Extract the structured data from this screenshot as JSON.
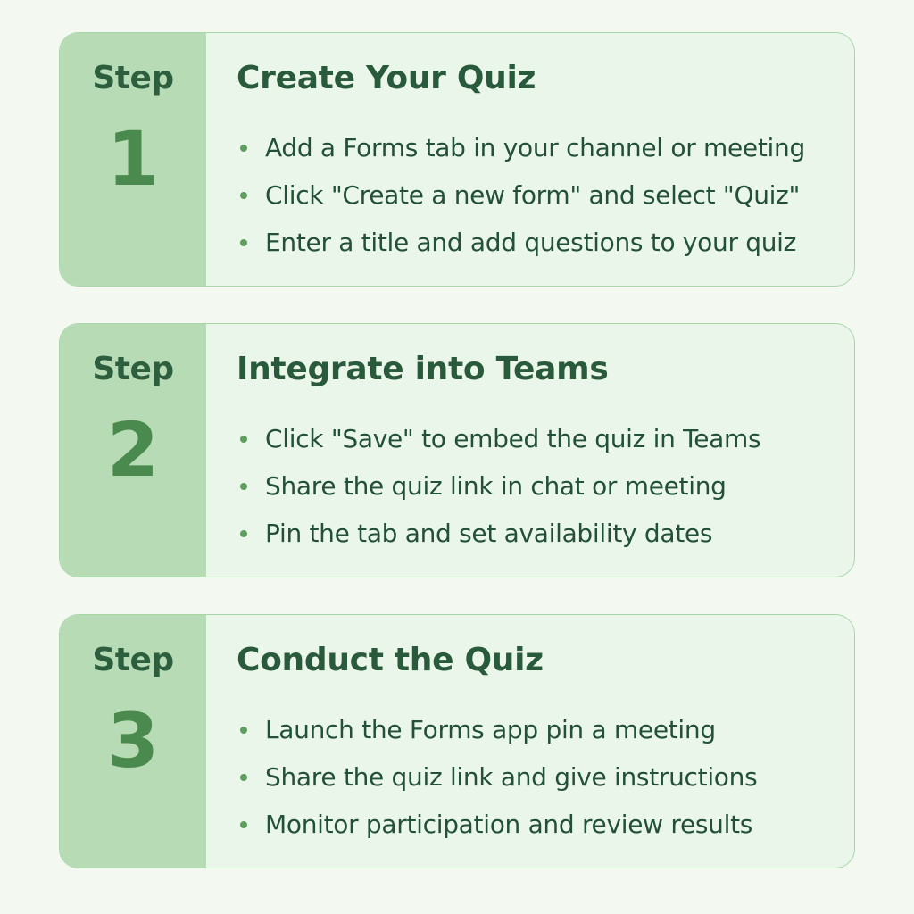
{
  "steps": [
    {
      "label": "Step",
      "number": "1",
      "title": "Create Your Quiz",
      "bullets": [
        "Add a Forms tab in your channel or meeting",
        "Click \"Create a new form\" and select \"Quiz\"",
        "Enter a title and add questions to your quiz"
      ]
    },
    {
      "label": "Step",
      "number": "2",
      "title": "Integrate into Teams",
      "bullets": [
        "Click \"Save\" to embed the quiz in Teams",
        "Share the quiz link in chat or meeting",
        "Pin the tab and set availability dates"
      ]
    },
    {
      "label": "Step",
      "number": "3",
      "title": "Conduct the Quiz",
      "bullets": [
        "Launch the Forms app pin a meeting",
        "Share the quiz link and give instructions",
        "Monitor participation and review results"
      ]
    }
  ],
  "colors": {
    "background": "#f3f9f1",
    "side": "#b7dcb5",
    "card": "#ebf6ea",
    "text": "#2a5a3c",
    "accent": "#4a8a4f"
  }
}
